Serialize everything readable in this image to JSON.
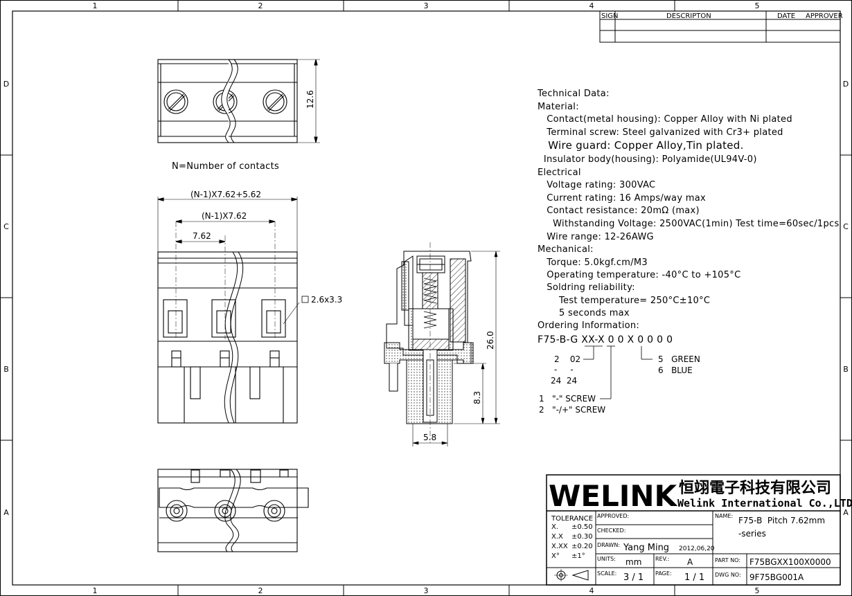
{
  "grid": {
    "columns": [
      "1",
      "2",
      "3",
      "4",
      "5"
    ],
    "rows": [
      "D",
      "C",
      "B",
      "A"
    ]
  },
  "revision_table": {
    "sign": "SIGN",
    "description": "DESCRIPTON",
    "date": "DATE",
    "approver": "APPROVER"
  },
  "drawing": {
    "dim_height": "12.6",
    "note": "N=Number of contacts",
    "dim_total": "(N-1)X7.62+5.62",
    "dim_pitch_n": "(N-1)X7.62",
    "dim_pitch": "7.62",
    "dim_hole": "2.6x3.3",
    "dim_side_height": "26.0",
    "dim_pin_length": "8.3",
    "dim_width": "5.8"
  },
  "tech": {
    "lines": [
      "Technical Data:",
      "Material:",
      "   Contact(metal housing): Copper Alloy with Ni plated",
      "   Terminal screw: Steel galvanized with Cr3+ plated",
      "   Wire guard: Copper Alloy,Tin plated.",
      "  Insulator body(housing): Polyamide(UL94V-0)",
      "Electrical",
      "   Voltage rating: 300VAC",
      "   Current rating: 16 Amps/way max",
      "   Contact resistance: 20mΩ (max)",
      "     Withstanding Voltage: 2500VAC(1min) Test time=60sec/1pcs",
      "   Wire range: 12-26AWG",
      "Mechanical:",
      "   Torque: 5.0kgf.cm/M3",
      "   Operating temperature: -40°C to +105°C",
      "   Soldring reliability:",
      "       Test temperature= 250°C±10°C",
      "       5 seconds max",
      "Ordering Information:"
    ],
    "order_code": "F75-B-G XX-X 0 0 X 0 0 0 0",
    "order_pos_a": "2    02",
    "order_pos_b": "-     -",
    "order_pos_c": "24  24",
    "order_screw1": "1   \"-\" SCREW",
    "order_screw2": "2   \"-/+\" SCREW",
    "order_color1": "5   GREEN",
    "order_color2": "6   BLUE"
  },
  "title_block": {
    "logo": "WELINK",
    "company_cn": "恒翊電子科技有限公司",
    "company_en": "Welink International Co.,LTD.",
    "tolerance_label": "TOLERANCE",
    "tol": [
      {
        "k": "X.",
        "v": "±0.50"
      },
      {
        "k": "X.X",
        "v": "±0.30"
      },
      {
        "k": "X.XX",
        "v": "±0.20"
      },
      {
        "k": "X°",
        "v": "±1°"
      }
    ],
    "approved_label": "APPROVED:",
    "checked_label": "CHECKED:",
    "drawn_label": "DRAWN:",
    "drawn_by": "Yang Ming",
    "drawn_date": "2012,06,20",
    "units_label": "UNITS:",
    "units": "mm",
    "rev_label": "REV.:",
    "rev": "A",
    "scale_label": "SCALE:",
    "scale": "3 / 1",
    "page_label": "PAGE:",
    "page": "1 / 1",
    "name_label": "NAME:",
    "name_line1": "F75-B  Pitch 7.62mm",
    "name_line2": "-series",
    "part_label": "PART NO:",
    "part_no": "F75BGXX100X0000",
    "dwg_label": "DWG NO:",
    "dwg_no": "9F75BG001A"
  }
}
